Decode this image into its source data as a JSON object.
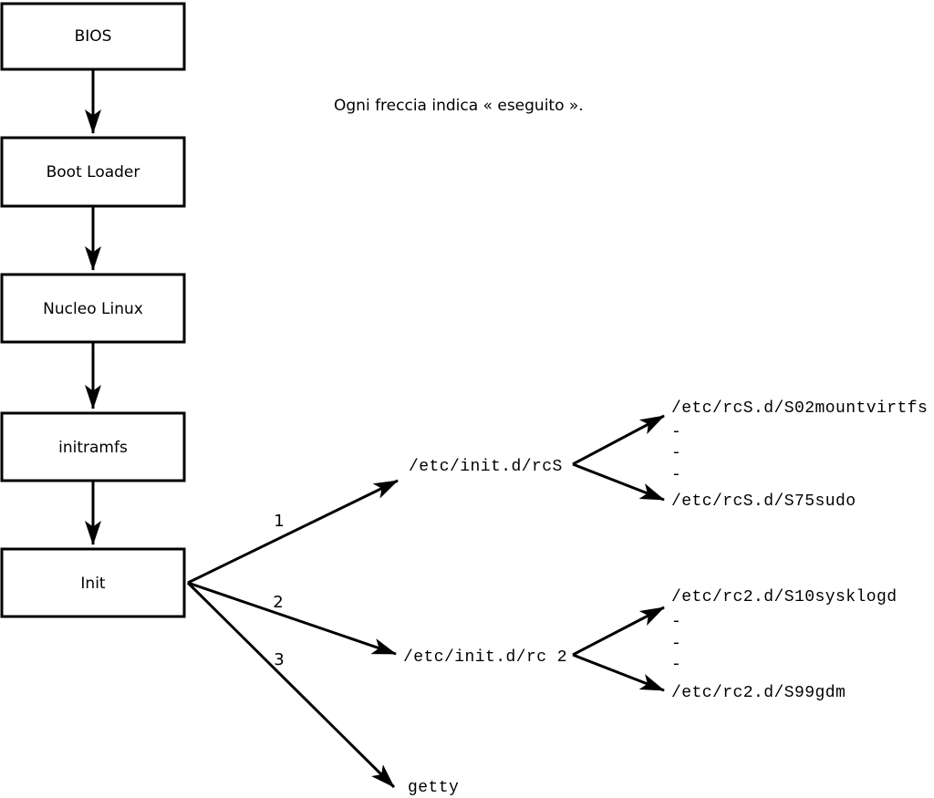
{
  "diagram": {
    "note": "Ogni freccia indica « eseguito ».",
    "boxes": [
      {
        "label": "BIOS"
      },
      {
        "label": "Boot Loader"
      },
      {
        "label": "Nucleo Linux"
      },
      {
        "label": "initramfs"
      },
      {
        "label": "Init"
      }
    ],
    "branches": [
      {
        "number": "1",
        "target": "/etc/init.d/rcS",
        "children": [
          "/etc/rcS.d/S02mountvirtfs",
          "-",
          "-",
          "-",
          "/etc/rcS.d/S75sudo"
        ]
      },
      {
        "number": "2",
        "target": "/etc/init.d/rc 2",
        "children": [
          "/etc/rc2.d/S10sysklogd",
          "-",
          "-",
          "-",
          "/etc/rc2.d/S99gdm"
        ]
      },
      {
        "number": "3",
        "target": "getty",
        "children": []
      }
    ],
    "colors": {
      "ink": "#000000",
      "background": "#ffffff",
      "box_fill": "#ffffff"
    }
  }
}
